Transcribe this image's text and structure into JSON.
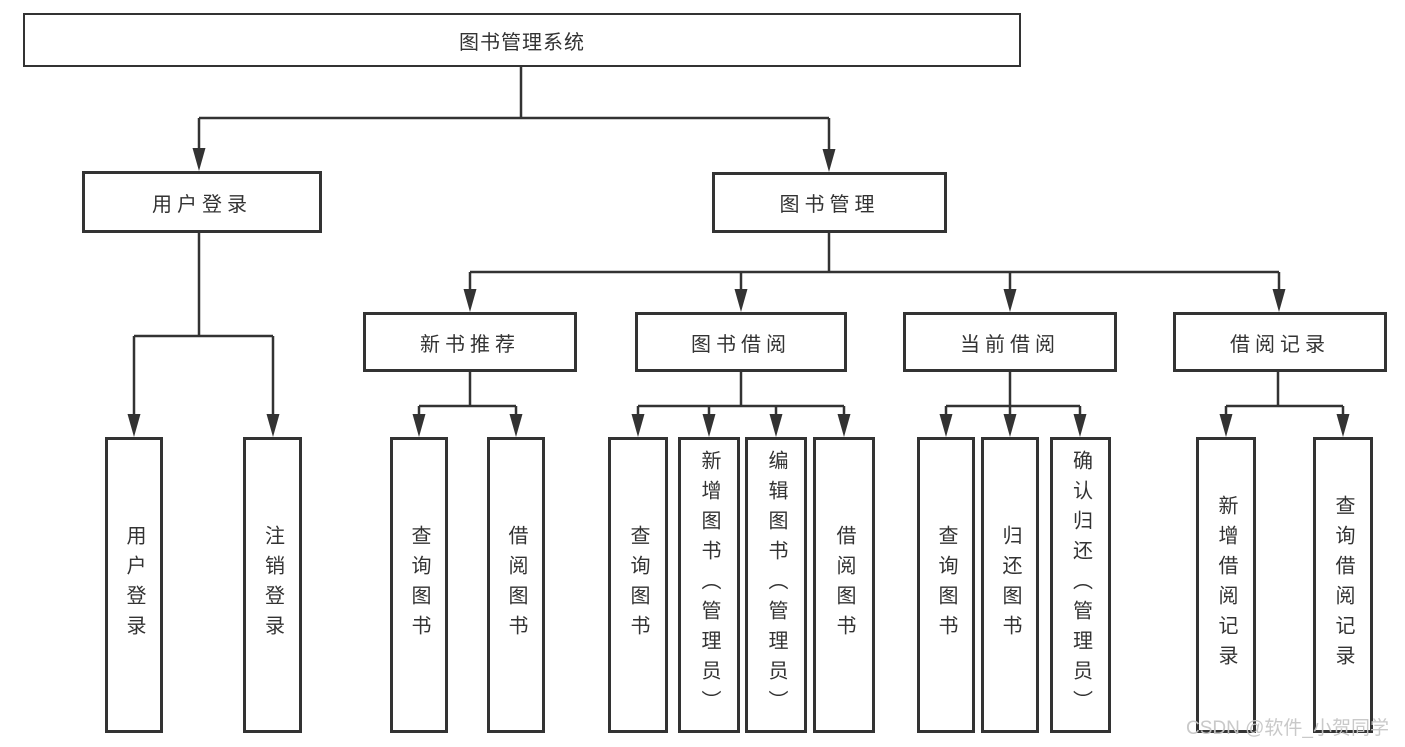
{
  "diagram": {
    "title": "图书管理系统",
    "branches": [
      {
        "label": "用户登录",
        "children": [
          "用户登录",
          "注销登录"
        ]
      },
      {
        "label": "图书管理",
        "sections": [
          {
            "label": "新书推荐",
            "children": [
              "查询图书",
              "借阅图书"
            ]
          },
          {
            "label": "图书借阅",
            "children": [
              "查询图书",
              "新增图书（管理员）",
              "编辑图书（管理员）",
              "借阅图书"
            ]
          },
          {
            "label": "当前借阅",
            "children": [
              "查询图书",
              "归还图书",
              "确认归还（管理员）"
            ]
          },
          {
            "label": "借阅记录",
            "children": [
              "新增借阅记录",
              "查询借阅记录"
            ]
          }
        ]
      }
    ]
  },
  "watermark": "CSDN @软件_小贺同学",
  "colors": {
    "line": "#333333",
    "node_border": "#333333",
    "node_background": "#ffffff",
    "text": "#333333",
    "watermark_text": "#c6c6c6"
  }
}
